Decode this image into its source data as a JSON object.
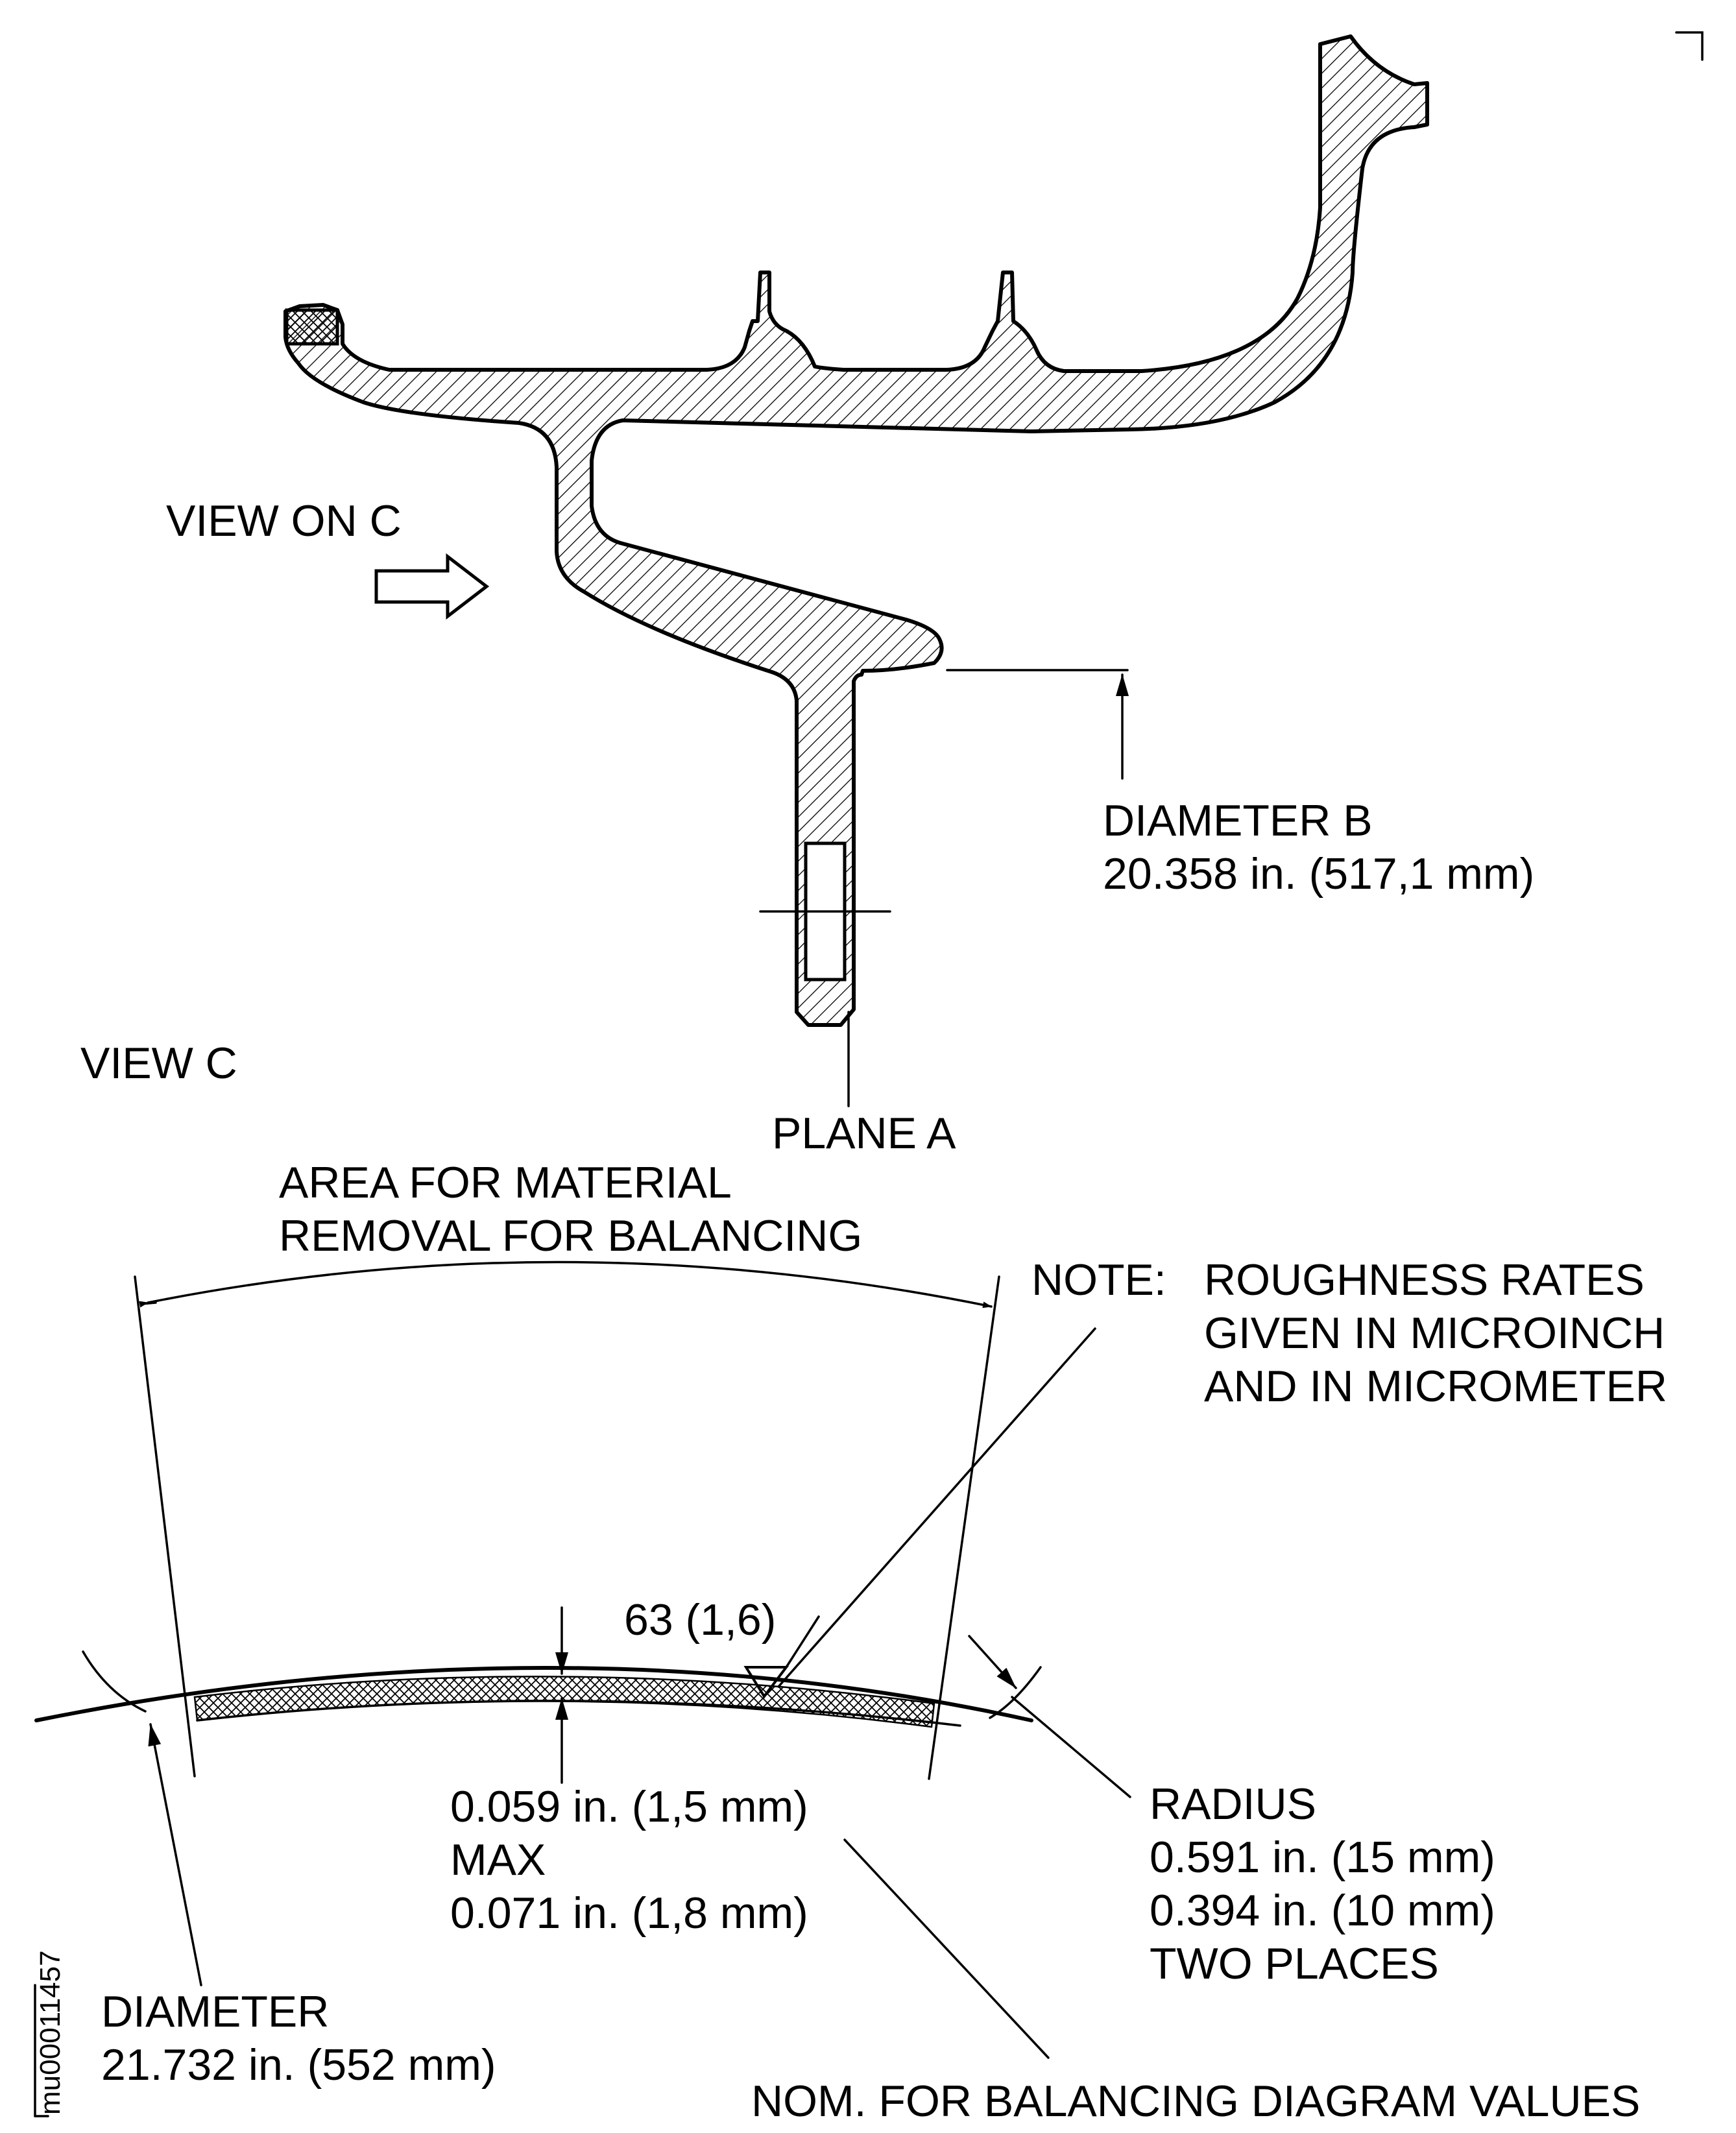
{
  "figure_id": "mu00011457",
  "top_view": {
    "view_on_c": "VIEW ON C",
    "diameter_b_title": "DIAMETER B",
    "diameter_b_value": "20.358 in. (517,1 mm)",
    "plane_a": "PLANE A"
  },
  "bottom_view": {
    "view_c": "VIEW C",
    "area_line1": "AREA FOR MATERIAL",
    "area_line2": "REMOVAL FOR BALANCING",
    "note_prefix": "NOTE:",
    "note_line1": "ROUGHNESS RATES",
    "note_line2": "GIVEN IN MICROINCH",
    "note_line3": "AND IN MICROMETER",
    "roughness": "63 (1,6)",
    "depth_line1": "0.059 in. (1,5 mm)",
    "depth_line2": "MAX",
    "depth_line3": "0.071 in. (1,8 mm)",
    "radius_title": "RADIUS",
    "radius_line1": "0.591 in. (15 mm)",
    "radius_line2": "0.394 in. (10 mm)",
    "radius_line3": "TWO PLACES",
    "diameter_title": "DIAMETER",
    "diameter_value": "21.732 in. (552 mm)",
    "nominal_note": "NOM. FOR BALANCING DIAGRAM VALUES"
  }
}
